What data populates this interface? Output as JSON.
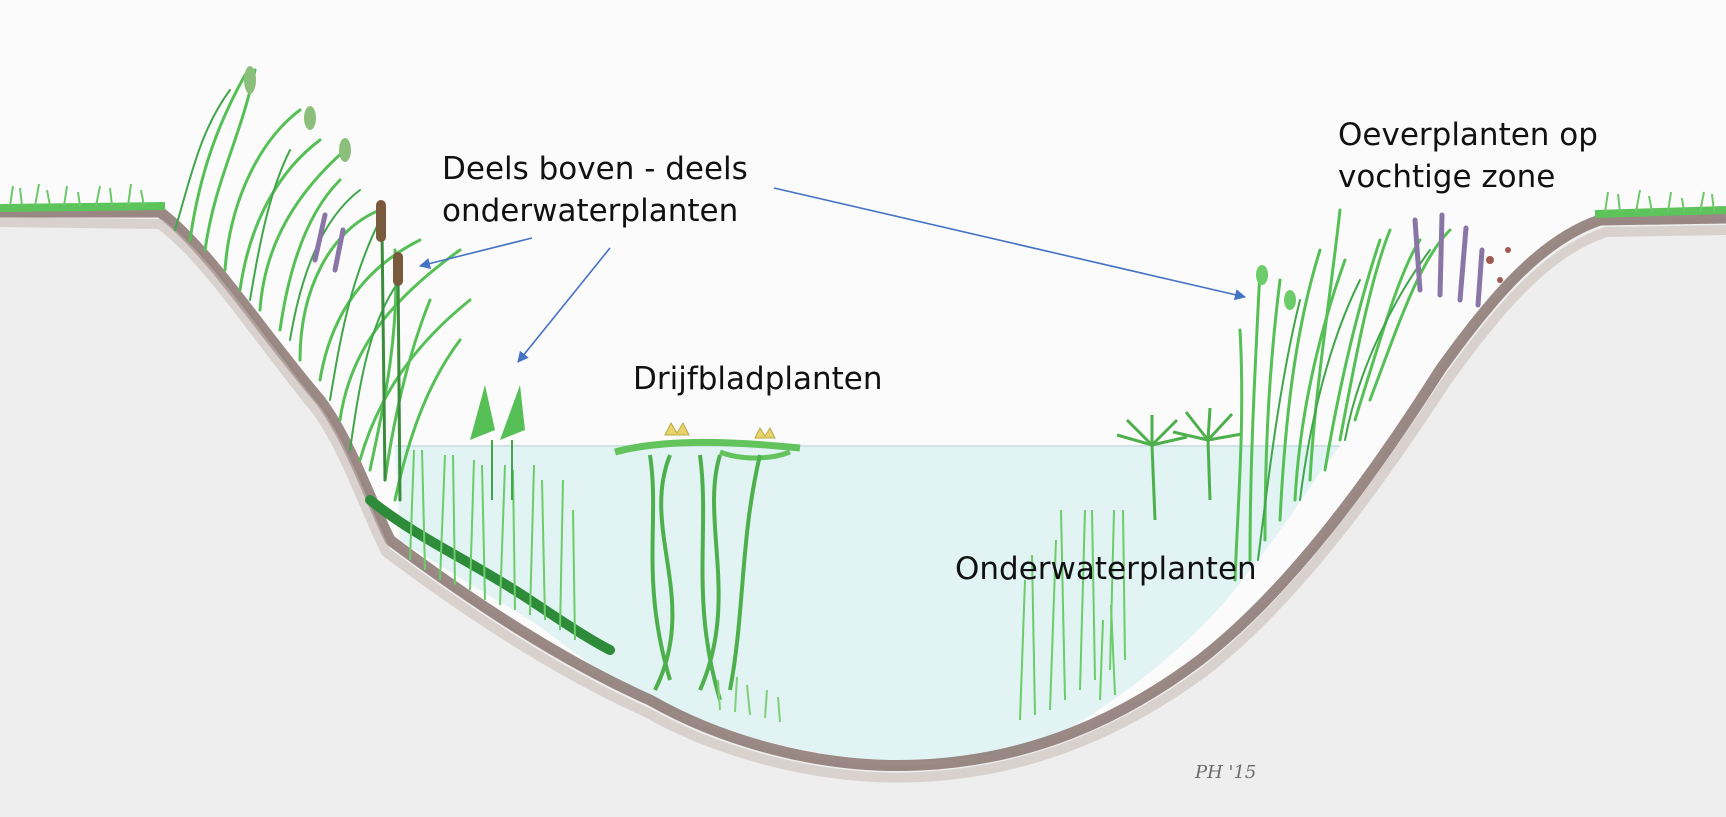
{
  "labels": {
    "deels": {
      "line1": "Deels boven - deels",
      "line2": "onderwaterplanten"
    },
    "drijfblad": "Drijfbladplanten",
    "onderwater": "Onderwaterplanten",
    "oever": {
      "line1": "Oeverplanten op",
      "line2": "vochtige zone"
    }
  },
  "signature": "PH '15",
  "colors": {
    "arrow": "#4472c4",
    "grass": "#5cc45a",
    "grass_dark": "#2e8b3a",
    "water": "#e2f3f4",
    "soil": "#8a7470",
    "ground": "#ececec",
    "reed_purple": "#8a76a6",
    "cattail": "#7a5a3c"
  }
}
